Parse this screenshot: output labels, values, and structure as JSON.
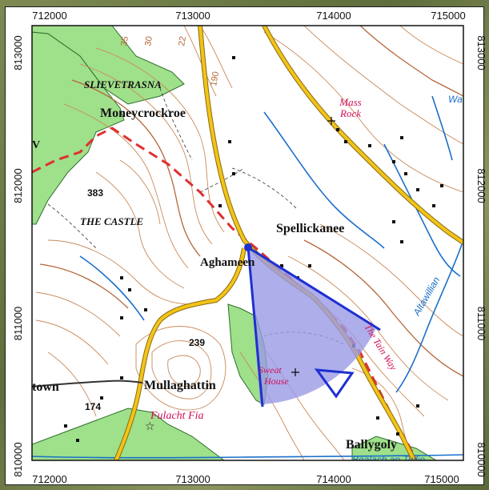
{
  "map": {
    "grid_top": [
      "712000",
      "713000",
      "714000",
      "715000"
    ],
    "grid_bottom": [
      "712000",
      "713000",
      "714000",
      "715000"
    ],
    "grid_left": [
      "813000",
      "812000",
      "811000",
      "810000"
    ],
    "grid_right": [
      "813000",
      "812000",
      "811000",
      "810000"
    ],
    "places": {
      "slievetrasna": "SLIEVETRASNA",
      "moneycrockroe": "Moneycrockroe",
      "the_castle": "THE CASTLE",
      "spellickanee": "Spellickanee",
      "aghameen": "Aghameen",
      "mullaghattin": "Mullaghattin",
      "town_partial": "town",
      "ballygoly": "Ballygoly"
    },
    "heights": {
      "h383": "383",
      "h239": "239",
      "h174": "174",
      "h35": "35",
      "h30": "30",
      "h22": "22",
      "h190": "190"
    },
    "features": {
      "mass_rock": "Mass Rock",
      "sweat_house": "Sweat House",
      "fulacht_fia": "Fulacht Fia",
      "tain_way": "The Tain Way",
      "altawillian": "Altawillian",
      "wa_partial": "Wa",
      "beallach": "Bealach an Tuilie",
      "v_partial": "V"
    },
    "colors": {
      "road_yellow": "#f2c418",
      "road_outline": "#8a6a10",
      "forest_green": "#9fe08a",
      "forest_outline": "#2c6e2c",
      "contour_brown": "#c98a5a",
      "river_blue": "#1a6fc9",
      "trail_red": "#e03030",
      "viewshed_fill": "#9a9ae6",
      "viewshed_line": "#1e30d0",
      "heritage_pink": "#d0105a"
    }
  }
}
